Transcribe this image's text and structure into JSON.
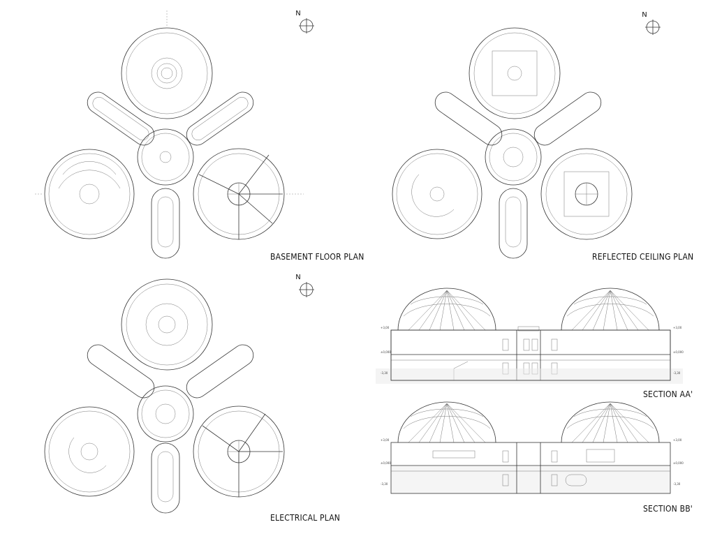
{
  "north_label": "N",
  "panels": {
    "basement": {
      "title": "BASEMENT FLOOR PLAN"
    },
    "ceiling": {
      "title": "REFLECTED CEILING PLAN"
    },
    "electrical": {
      "title": "ELECTRICAL PLAN"
    },
    "section_aa": {
      "title": "SECTION AA'"
    },
    "section_bb": {
      "title": "SECTION BB'"
    }
  },
  "section_levels": {
    "top": "+3,00",
    "mid": "±0,000",
    "low": "-3,30"
  }
}
